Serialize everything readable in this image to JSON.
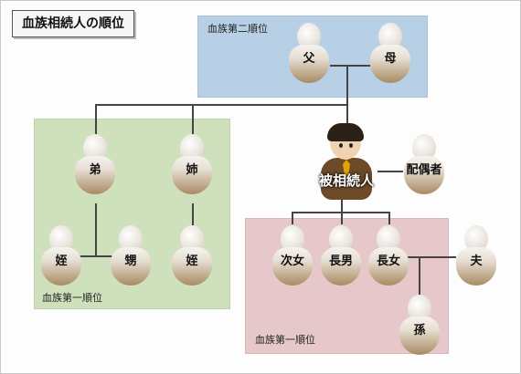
{
  "title": "血族相続人の順位",
  "groups": {
    "second": "血族第二順位",
    "first_left": "血族第一順位",
    "first_right": "血族第一順位"
  },
  "persons": {
    "father": "父",
    "mother": "母",
    "younger_brother": "弟",
    "elder_sister": "姉",
    "niece_left": "姪",
    "nephew": "甥",
    "niece_right": "姪",
    "decedent": "被相続人",
    "spouse": "配偶者",
    "second_daughter": "次女",
    "eldest_son": "長男",
    "eldest_daughter": "長女",
    "husband": "夫",
    "grandchild": "孫"
  }
}
